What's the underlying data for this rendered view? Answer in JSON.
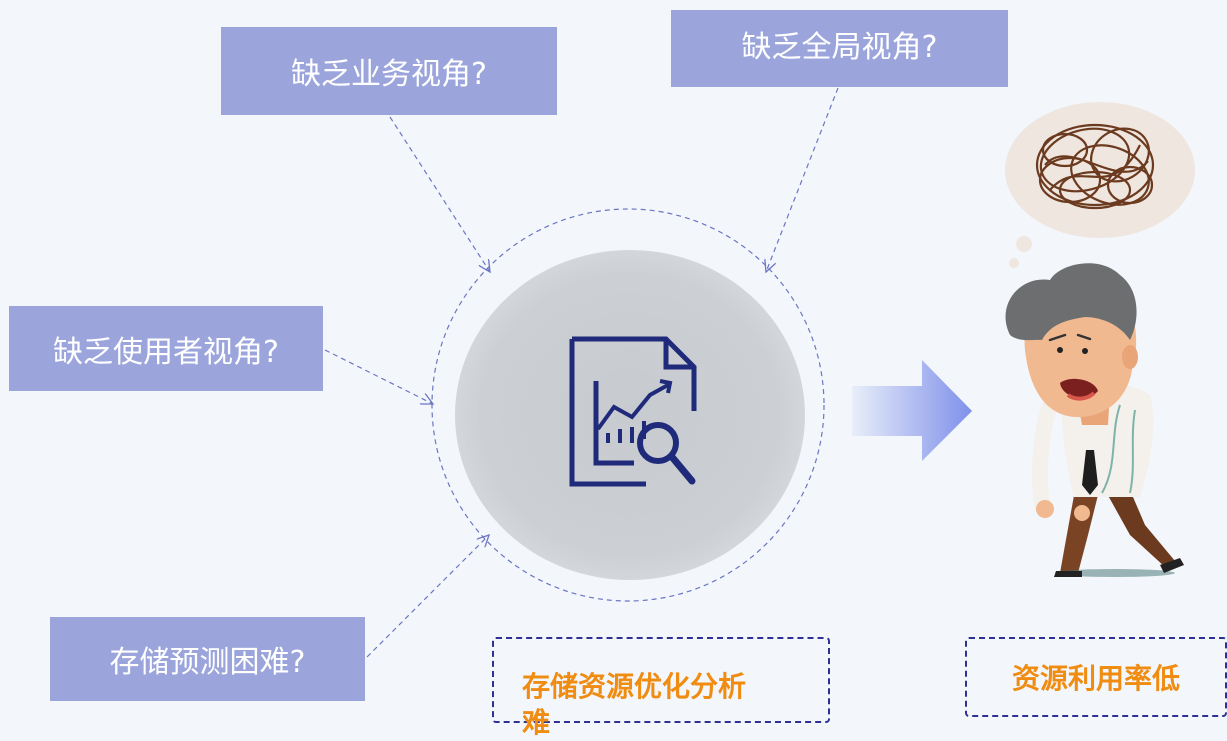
{
  "questions": {
    "business": "缺乏业务视角?",
    "global": "缺乏全局视角?",
    "user": "缺乏使用者视角?",
    "predict": "存储预测困难?"
  },
  "center": {
    "icon": "document-chart-magnifier-icon"
  },
  "results": {
    "analysis_line1": "存储资源优化分析",
    "analysis_line2": "难",
    "utilization": "资源利用率低"
  },
  "colors": {
    "question_box": "#9ba5dc",
    "result_text": "#f08c12",
    "dashed_border": "#2e3192",
    "icon": "#1f2b7a",
    "arrow": "#8a98ea"
  }
}
